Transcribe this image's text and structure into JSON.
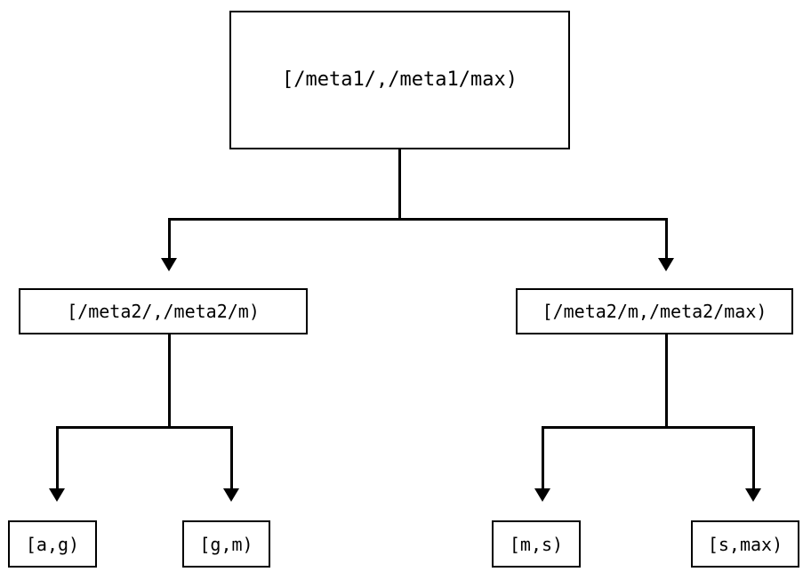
{
  "diagram": {
    "type": "binary-interval-tree",
    "background_color": "#ffffff",
    "stroke_color": "#000000",
    "nodes": {
      "root": {
        "label": "[/meta1/,/meta1/max)",
        "level": 0
      },
      "mid_left": {
        "label": "[/meta2/,/meta2/m)",
        "level": 1
      },
      "mid_right": {
        "label": "[/meta2/m,/meta2/max)",
        "level": 1
      },
      "leaf_ag": {
        "label": "[a,g)",
        "level": 2
      },
      "leaf_gm": {
        "label": "[g,m)",
        "level": 2
      },
      "leaf_ms": {
        "label": "[m,s)",
        "level": 2
      },
      "leaf_smax": {
        "label": "[s,max)",
        "level": 2
      }
    },
    "edges": [
      {
        "from": "root",
        "to": "mid_left",
        "arrow": "down"
      },
      {
        "from": "root",
        "to": "mid_right",
        "arrow": "down"
      },
      {
        "from": "mid_left",
        "to": "leaf_ag",
        "arrow": "down"
      },
      {
        "from": "mid_left",
        "to": "leaf_gm",
        "arrow": "down"
      },
      {
        "from": "mid_right",
        "to": "leaf_ms",
        "arrow": "down"
      },
      {
        "from": "mid_right",
        "to": "leaf_smax",
        "arrow": "down"
      }
    ]
  }
}
